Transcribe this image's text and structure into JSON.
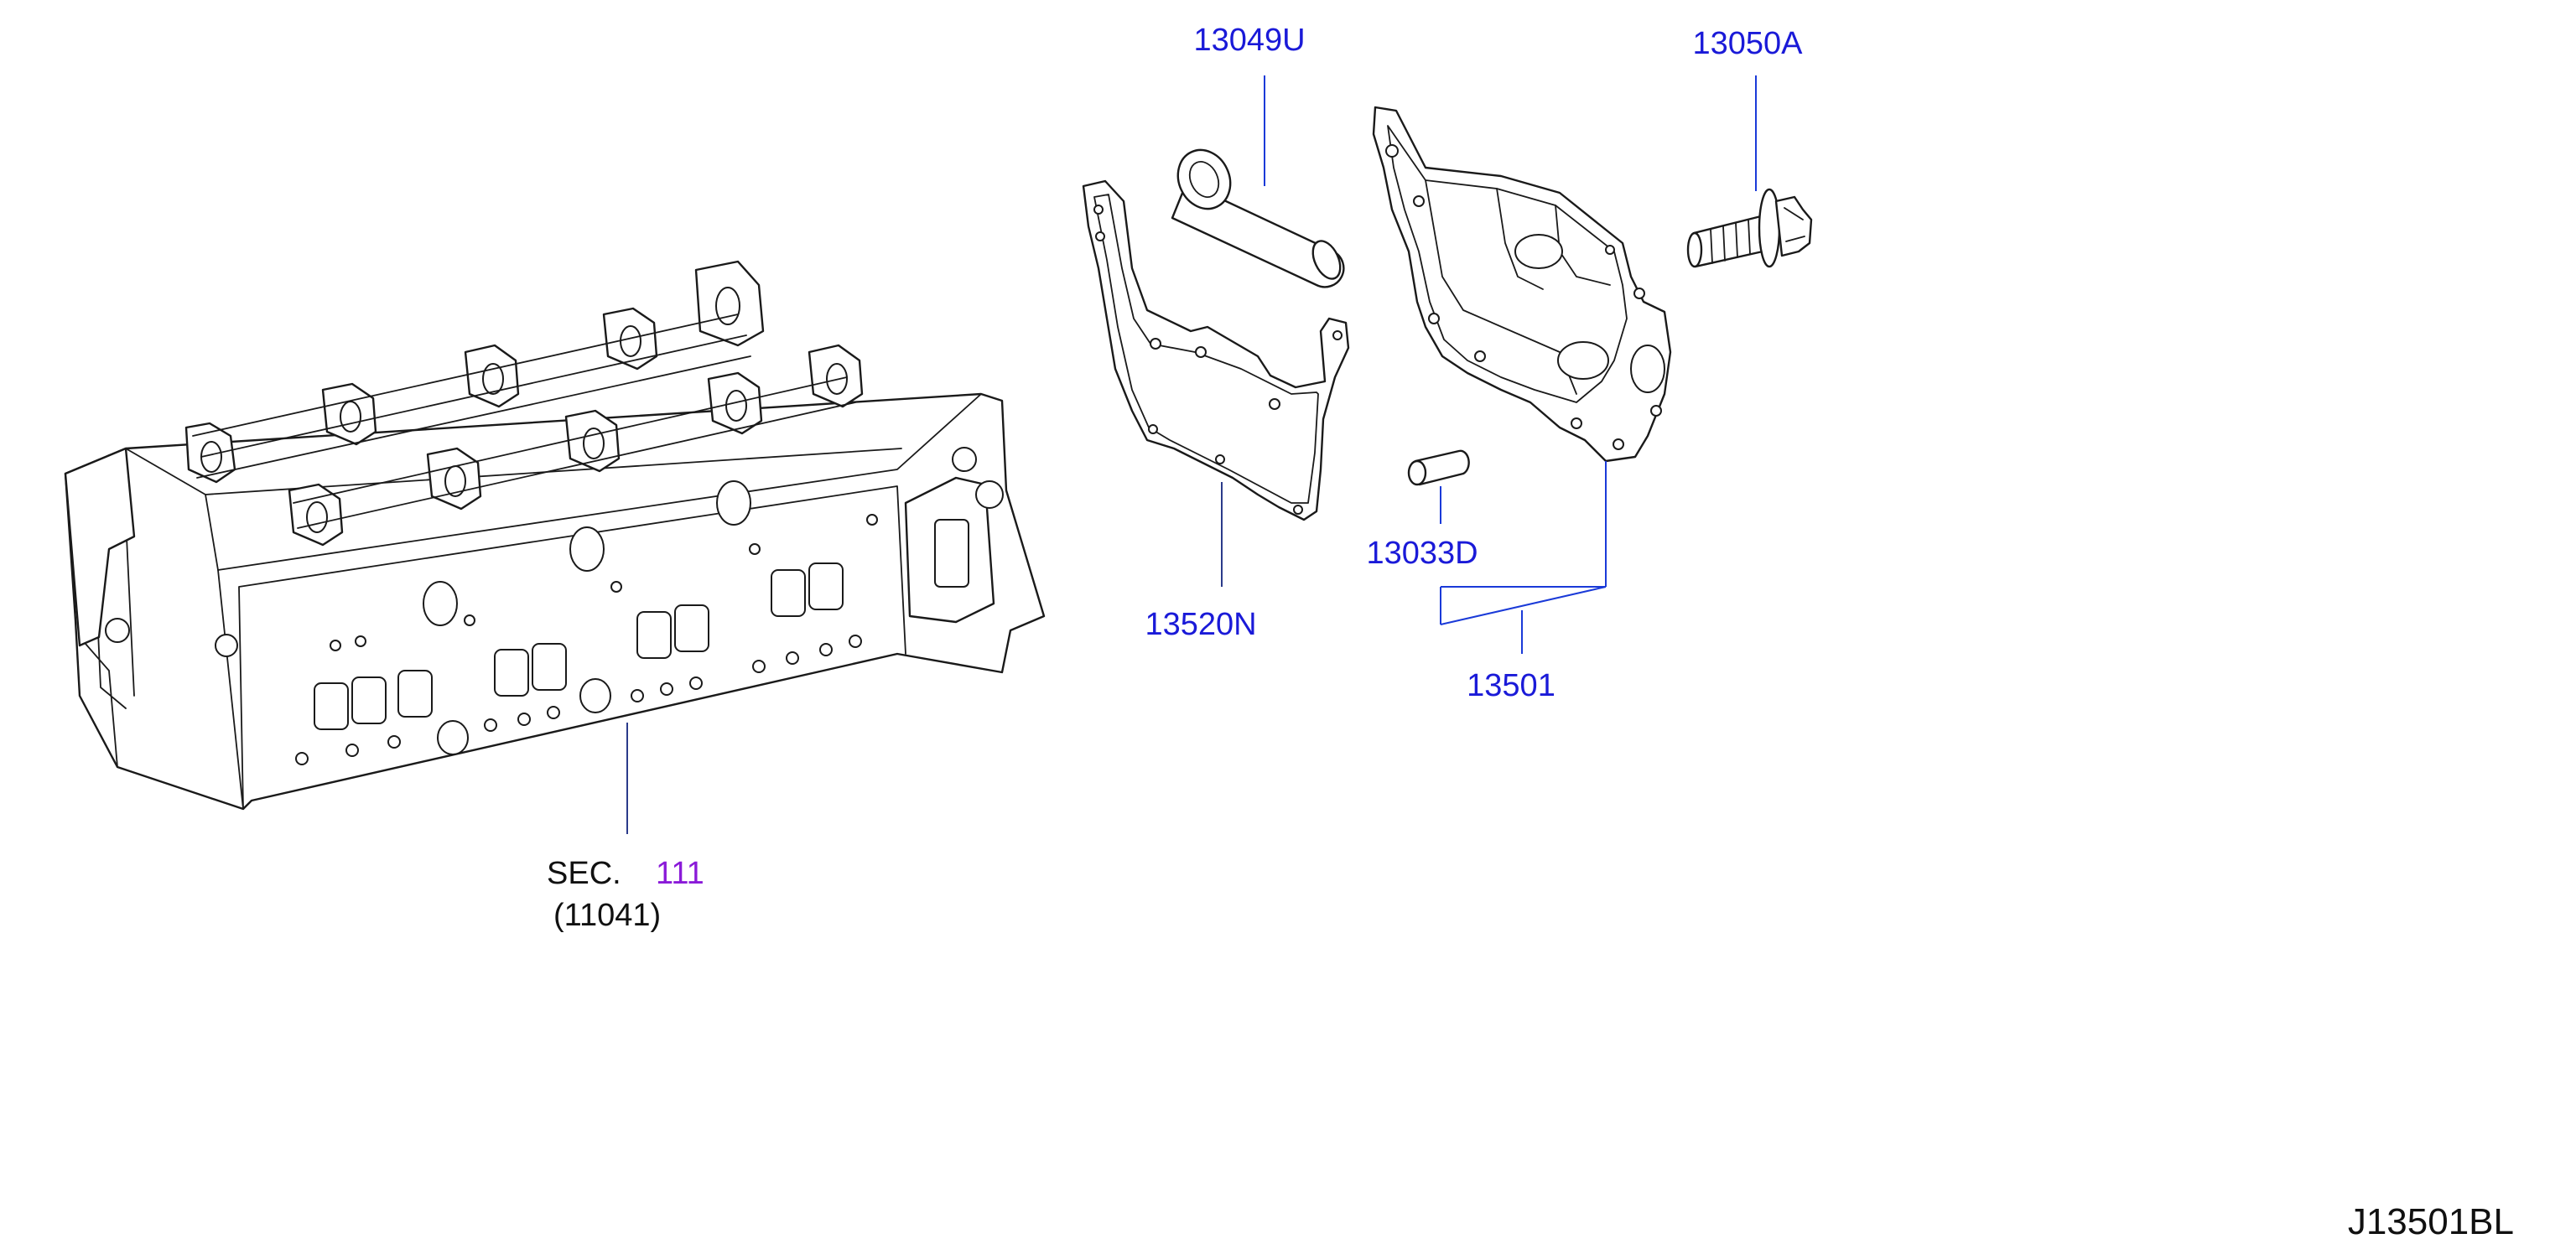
{
  "diagram": {
    "parts": [
      {
        "id": "13049U"
      },
      {
        "id": "13050A"
      },
      {
        "id": "13520N"
      },
      {
        "id": "13033D"
      },
      {
        "id": "13501"
      }
    ],
    "section_ref": {
      "prefix": "SEC.",
      "number": "111",
      "sub": "(11041)"
    },
    "drawing_code": "J13501BL",
    "colors": {
      "part_label": "#1a1ad8",
      "section_number": "#8a1ad8",
      "line_art": "#1a1a1a"
    }
  }
}
